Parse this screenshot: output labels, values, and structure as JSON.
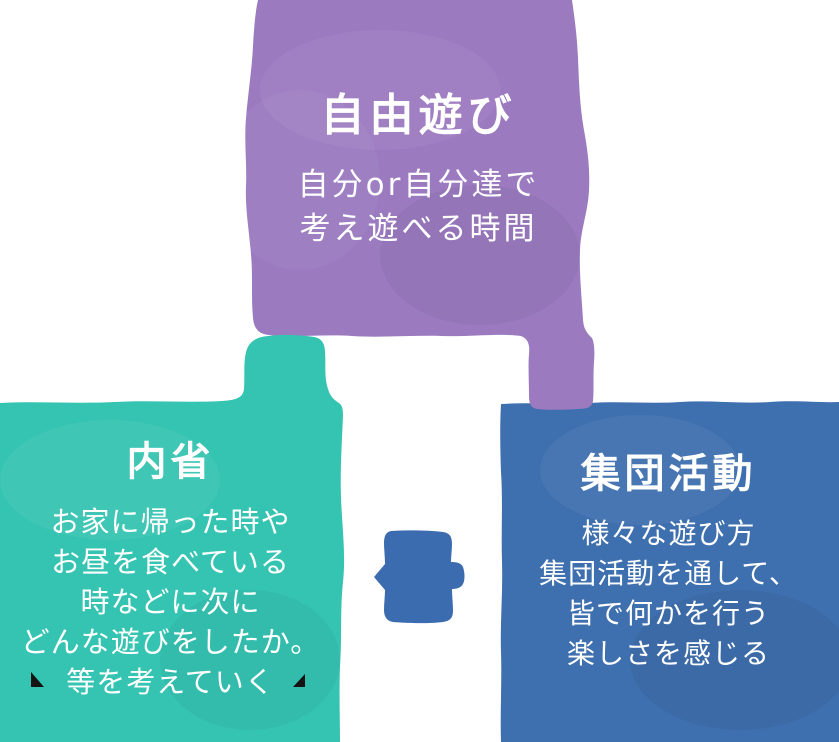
{
  "blocks": {
    "free_play": {
      "title": "自由遊び",
      "body_lines": [
        "自分or自分達で",
        "考え遊べる時間"
      ],
      "color": "#9b7ac0"
    },
    "introspection": {
      "title": "内省",
      "body_lines": [
        "お家に帰った時や",
        "お昼を食べている",
        "時などに次に",
        "どんな遊びをしたか。",
        "等を考えていく"
      ],
      "color": "#35c3b2"
    },
    "group_activity": {
      "title": "集団活動",
      "body_lines": [
        "様々な遊び方",
        "集団活動を通して、",
        "皆で何かを行う",
        "楽しさを感じる"
      ],
      "color": "#3e6fae"
    }
  },
  "connectors": {
    "plus_color": "#3c6cb0",
    "triangle_color": "#141414"
  },
  "text_color": "#ffffff"
}
